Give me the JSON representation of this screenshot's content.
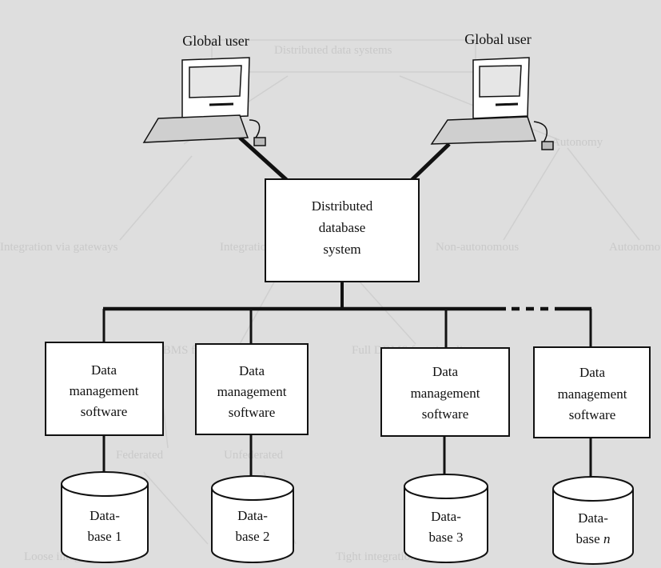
{
  "users": [
    {
      "label": "Global user"
    },
    {
      "label": "Global user"
    }
  ],
  "system": {
    "lines": [
      "Distributed",
      "database",
      "system"
    ]
  },
  "dms": [
    {
      "lines": [
        "Data",
        "management",
        "software"
      ]
    },
    {
      "lines": [
        "Data",
        "management",
        "software"
      ]
    },
    {
      "lines": [
        "Data",
        "management",
        "software"
      ]
    },
    {
      "lines": [
        "Data",
        "management",
        "software"
      ]
    }
  ],
  "databases": [
    {
      "line1": "Data-",
      "line2": "base 1",
      "italic": ""
    },
    {
      "line1": "Data-",
      "line2": "base 2",
      "italic": ""
    },
    {
      "line1": "Data-",
      "line2": "base 3",
      "italic": ""
    },
    {
      "line1": "Data-",
      "line2": "base ",
      "italic": "n"
    }
  ],
  "colors": {
    "background": "#dedede",
    "box": "#ffffff",
    "stroke": "#111111",
    "ghost": "#c8c8c8"
  }
}
